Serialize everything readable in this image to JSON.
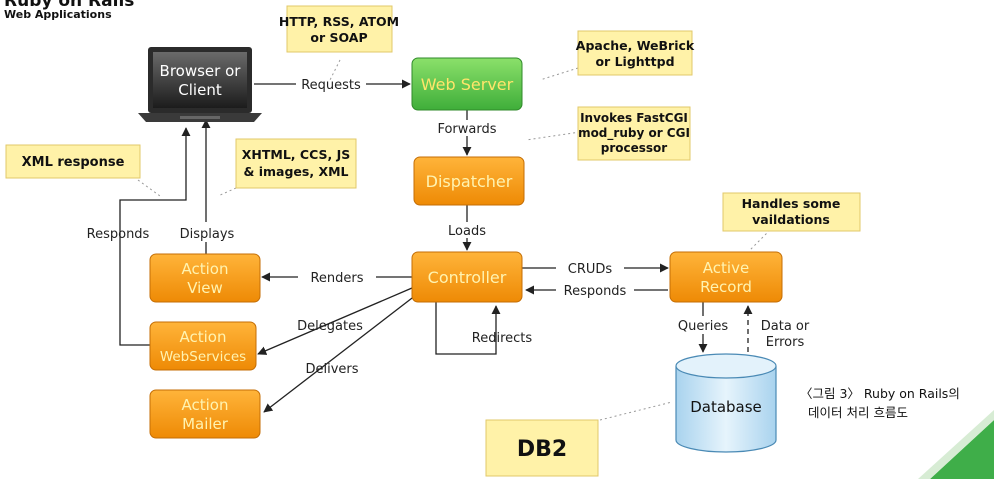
{
  "header": {
    "title": "Ruby on Rails",
    "subtitle": "Web Applications"
  },
  "nodes": {
    "browser": [
      "Browser or",
      "Client"
    ],
    "web_server": "Web Server",
    "dispatcher": "Dispatcher",
    "controller": "Controller",
    "action_view": [
      "Action",
      "View"
    ],
    "action_webservices": [
      "Action",
      "WebServices"
    ],
    "action_mailer": [
      "Action",
      "Mailer"
    ],
    "active_record": [
      "Active",
      "Record"
    ],
    "database": "Database"
  },
  "notes": {
    "protocols": [
      "HTTP, RSS, ATOM",
      "or SOAP"
    ],
    "servers": [
      "Apache, WeBrick",
      "or Lighttpd"
    ],
    "fastcgi": [
      "Invokes FastCGI",
      "mod_ruby or CGI",
      "processor"
    ],
    "xml_response": "XML response",
    "formats": [
      "XHTML, CCS, JS",
      "& images, XML"
    ],
    "validations": [
      "Handles some",
      "vaildations"
    ],
    "db2": "DB2"
  },
  "edges": {
    "requests": "Requests",
    "forwards": "Forwards",
    "loads": "Loads",
    "renders": "Renders",
    "delegates": "Delegates",
    "delivers": "Delivers",
    "redirects": "Redirects",
    "cruds": "CRUDs",
    "responds_ar": "Responds",
    "queries": "Queries",
    "data_or_errors": [
      "Data or",
      "Errors"
    ],
    "responds_left": "Responds",
    "displays": "Displays"
  },
  "caption": [
    "〈그림 3〉 Ruby on Rails의",
    "데이터 처리 흐름도"
  ],
  "colors": {
    "orange": "#f39a1c",
    "orange_dark": "#d97a06",
    "green": "#5cc04a",
    "green_dark": "#2f9a2a",
    "note_bg": "#fff2a8",
    "note_border": "#e2c86a",
    "db_fill": "#cfe7f7",
    "db_border": "#4a8ab5",
    "corner_green": "#3fae49"
  }
}
